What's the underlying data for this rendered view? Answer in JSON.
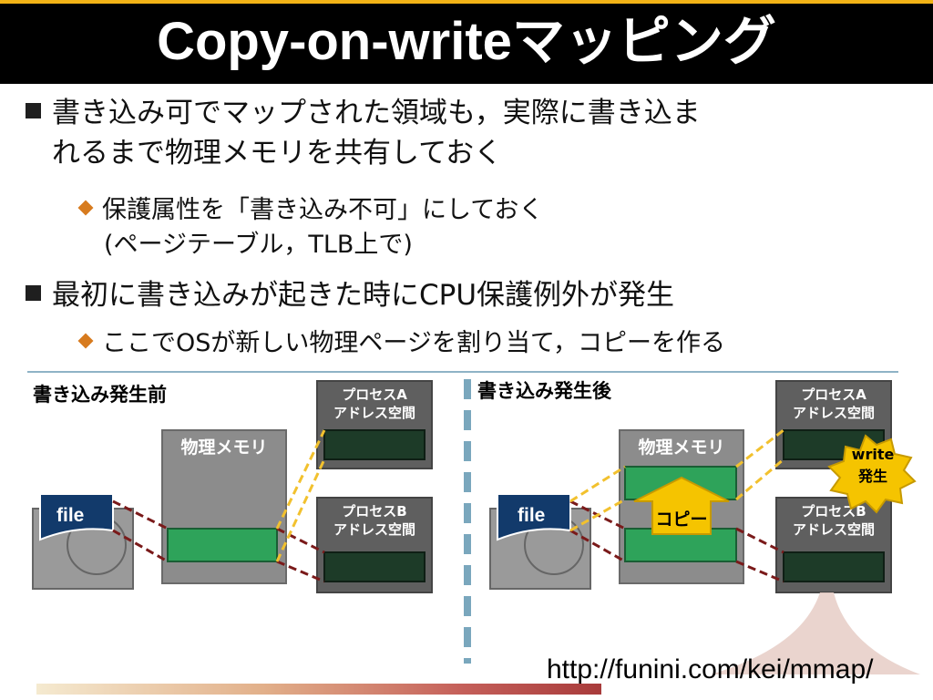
{
  "slide": {
    "title": "Copy-on-writeマッピング",
    "bullets": [
      {
        "lines": [
          "書き込み可でマップされた領域も，実際に書き込ま",
          "れるまで物理メモリを共有しておく"
        ]
      },
      {
        "lines": [
          "保護属性を「書き込み不可」にしておく",
          "(ページテーブル，TLB上で)"
        ]
      },
      {
        "lines": [
          "最初に書き込みが起きた時にCPU保護例外が発生"
        ]
      },
      {
        "lines": [
          "ここでOSが新しい物理ページを割り当て，コピーを作る"
        ]
      }
    ],
    "url": "http://funini.com/kei/mmap/"
  },
  "diagram": {
    "before": {
      "heading": "書き込み発生前",
      "physical_memory": "物理メモリ",
      "file": "file",
      "process_a": [
        "プロセスA",
        "アドレス空間"
      ],
      "process_b": [
        "プロセスB",
        "アドレス空間"
      ]
    },
    "after": {
      "heading": "書き込み発生後",
      "physical_memory": "物理メモリ",
      "file": "file",
      "process_a": [
        "プロセスA",
        "アドレス空間"
      ],
      "process_b": [
        "プロセスB",
        "アドレス空間"
      ],
      "copy_label": "コピー",
      "write_badge": [
        "write",
        "発生"
      ]
    }
  },
  "colors": {
    "title_background": "#000000",
    "title_accent": "#f2b316",
    "process_box": "#5f5f5f",
    "page_green": "#2ea35a",
    "page_dark": "#1d3b28",
    "file_blue": "#123a6b",
    "dash_dark_red": "#7a1a1a",
    "dash_yellow": "#f2c12e",
    "badge_yellow": "#f5c400"
  }
}
